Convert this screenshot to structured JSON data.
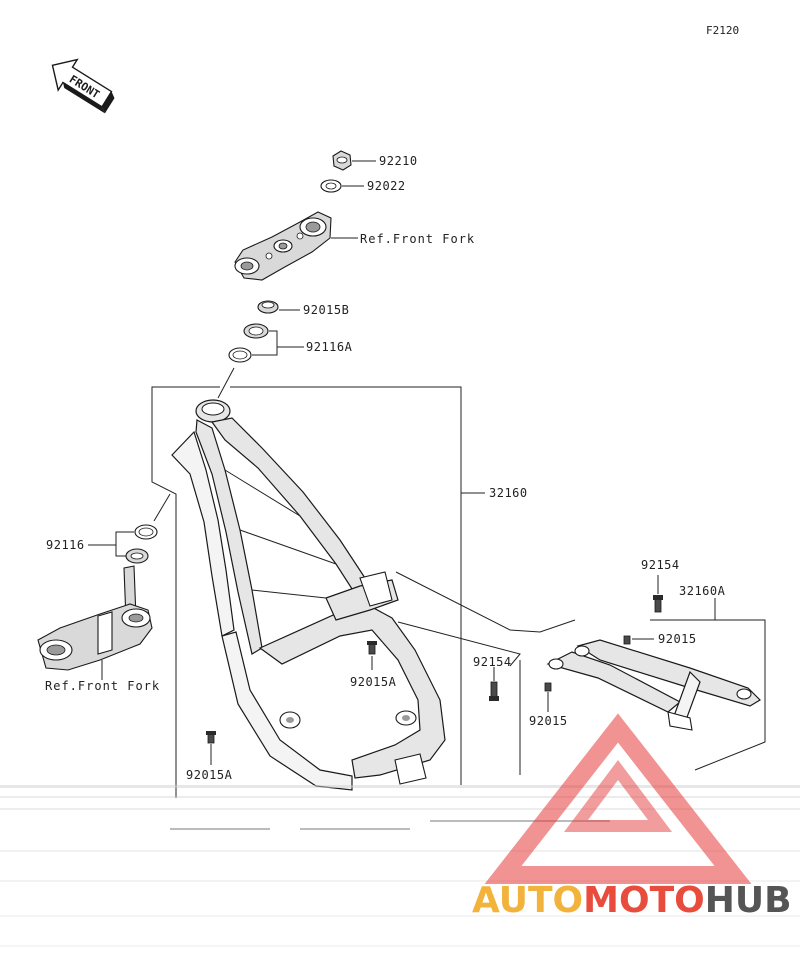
{
  "diagram_code": "F2120",
  "front_arrow_label": "FRONT",
  "parts": {
    "nut_top": "92210",
    "washer_top": "92022",
    "upper_bracket_ref": "Ref.Front Fork",
    "seal_upper": "92015B",
    "bearing_upper": "92116A",
    "frame": "32160",
    "bearing_lower": "92116",
    "steering_stem_ref": "Ref.Front Fork",
    "bolt_right_top": "92154",
    "subframe": "32160A",
    "plug_right_top": "92015",
    "bolt_right_mid": "92154",
    "plug_right_mid": "92015",
    "plug_center": "92015A",
    "plug_left_bottom": "92015A"
  },
  "watermark": {
    "part1": "AUTO",
    "part2": "MOTO",
    "part3": "HUB"
  }
}
